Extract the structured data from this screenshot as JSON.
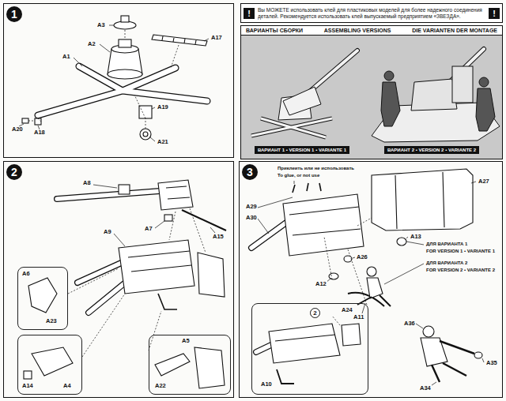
{
  "diagram": {
    "nodes": [
      {
        "text": [
          "1"
        ]
      },
      {
        "text": [
          "!",
          "Вы МОЖЕТЕ использовать клей для пластиковых моделей для более надежного соединения деталей. Рекомендуется использовать клей выпускаемый предприятием «ЗВЕЗДА».",
          "!"
        ]
      },
      {
        "text": [
          "ВАРИАНТЫ СБОРКИ",
          "ASSEMBLING VERSIONS",
          "DIE VARIANTEN DER MONTAGE"
        ]
      },
      {
        "text": [
          "ВАРИАНТ 1 • VERSION 1 • VARIANTE 1"
        ],
        "in": 2
      },
      {
        "text": [
          "ВАРИАНТ 2 • VERSION 2 • VARIANTE 2"
        ],
        "in": 2
      },
      {
        "text": [
          "2"
        ]
      },
      {
        "text": [
          "A6",
          "A23"
        ],
        "in": 5
      },
      {
        "text": [
          "A14",
          "A4"
        ],
        "in": 5
      },
      {
        "text": [
          "A22",
          "A5"
        ],
        "in": 5
      },
      {
        "text": [
          "3"
        ]
      },
      {
        "text": [
          "A24",
          "A10"
        ],
        "in": 9
      },
      {
        "text": [
          "2"
        ],
        "in": 10
      }
    ],
    "labels": [
      "A3",
      "A17",
      "A2",
      "A1",
      "A20",
      "A18",
      "A19",
      "A21",
      "A8",
      "A9",
      "A7",
      "A15",
      "Приклеить или не использовать",
      "To glue, or not use",
      "A29",
      "A30",
      "A27",
      "A26",
      "A13",
      "ДЛЯ ВАРИАНТА 1",
      "FOR VERSION 1 • VARIANTE 1",
      "ДЛЯ ВАРИАНТА 2",
      "FOR VERSION 2 • VARIANTE 2",
      "A12",
      "A11",
      "A36",
      "A35",
      "A34"
    ]
  }
}
